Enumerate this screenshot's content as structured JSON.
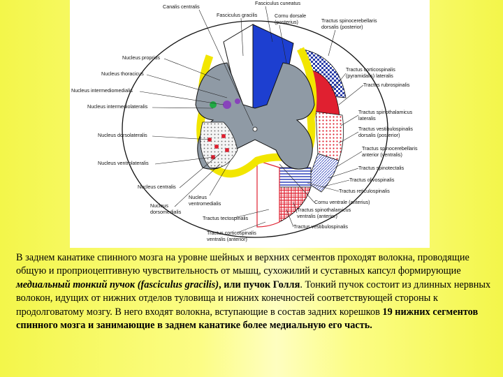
{
  "labels": {
    "canalis_centralis": "Canalis centralis",
    "fasciculus_cuneatus": "Fasciculus cuneatus",
    "fasciculus_gracilis": "Fasciculus gracilis",
    "cornu_dorsale_1": "Cornu dorsale",
    "cornu_dorsale_2": "(posterius)",
    "tract_spinocerebellaris_dorsalis_1": "Tractus spinocerebellaris",
    "tract_spinocerebellaris_dorsalis_2": "dorsalis (posterior)",
    "nucleus_proprius": "Nucleus proprius",
    "nucleus_thoracicus": "Nucleus thoracicus",
    "tract_corticospinalis_1": "Tractus corticospinalis",
    "tract_corticospinalis_2": "(pyramidalis) lateralis",
    "tract_rubrospinalis": "Tractus rubrospinalis",
    "nucleus_intermediomedialis": "Nucleus intermediomedialis",
    "nucleus_intermediolateralis": "Nucleus intermediolateralis",
    "tract_spinothalamicus_lat_1": "Tractus spinothalamicus",
    "tract_spinothalamicus_lat_2": "lateralis",
    "tract_vestibulospinalis_dors_1": "Tractus vestibulospinalis",
    "tract_vestibulospinalis_dors_2": "dorsalis (posterior)",
    "nucleus_dorsolateralis": "Nucleus dorsolateralis",
    "tract_spinocerebellaris_ant_1": "Tractus spinocerebellaris",
    "tract_spinocerebellaris_ant_2": "anterior (ventralis)",
    "nucleus_ventrolateralis": "Nucleus ventrolateralis",
    "tract_spinotectalis": "Tractus spinotectalis",
    "tract_olivospinalis": "Tractus olivospinalis",
    "nucleus_centralis": "Nucleus centralis",
    "tract_reticulospinalis": "Tractus reticulospinalis",
    "cornu_ventrale": "Cornu ventrale (anterius)",
    "nucleus_ventromedialis_1": "Nucleus",
    "nucleus_ventromedialis_2": "ventromedialis",
    "nucleus_dorsomedialis_1": "Nucleus",
    "nucleus_dorsomedialis_2": "dorsomedialis",
    "tract_spinothalamicus_ant_1": "Tractus spinothalamicus",
    "tract_spinothalamicus_ant_2": "ventralis (anterior)",
    "tract_tectospinalis": "Tractus tectospinalis",
    "tract_vestibulospinalis": "Tractus vestibulospinalis",
    "tract_corticospinalis_ventr_1": "Tractus corticospinalis",
    "tract_corticospinalis_ventr_2": "ventralis (anterior)"
  },
  "caption": {
    "p1": "В заднем канатике спинного мозга  на уровне шейных и верхних сегментов проходят волокна, проводящие общую и проприоцептивную чувствительность от мышц, сухожилий и суставных капсул   формирующие ",
    "p2": "медиальный тонкий пучок (fasciculus gracilis)",
    "p3": ", или пучок Голля",
    "p4": ". Тонкий пучок состоит из длинных нервных волокон, идущих от нижних отделов туловища и нижних конечностей соответствующей стороны к продолговатому мозгу. В него входят волокна, вступающие в состав задних корешков ",
    "p5": "19 нижних сегментов спинного мозга и занимающие в заднем канатике более медиальную его часть."
  }
}
